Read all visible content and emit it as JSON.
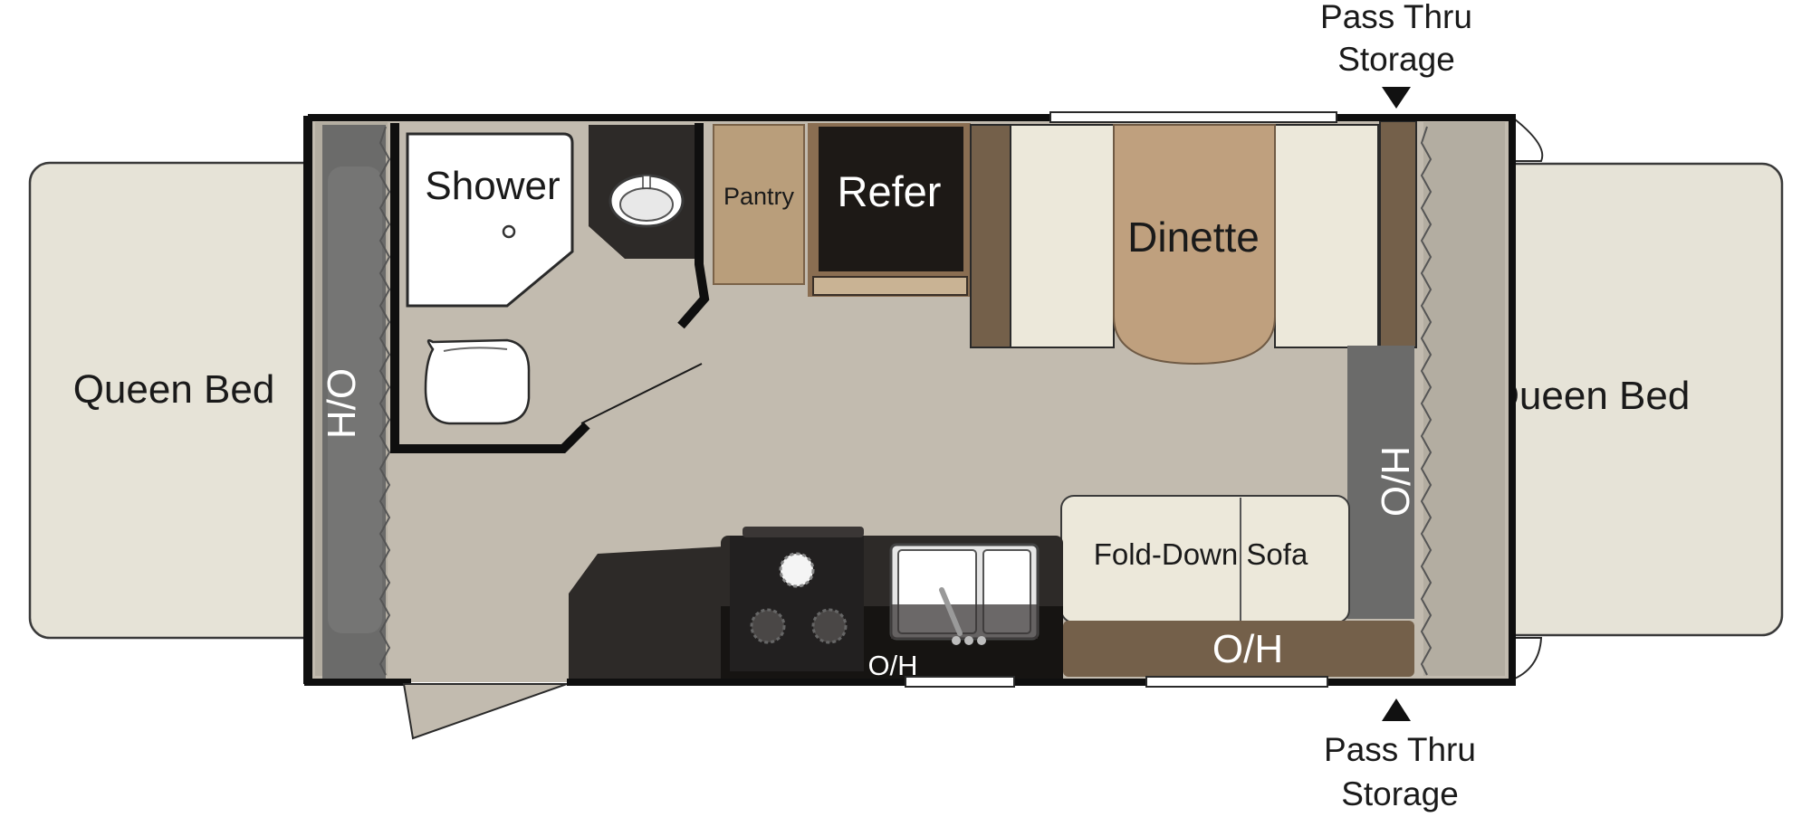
{
  "labels": {
    "left_bed": "Queen Bed",
    "right_bed": "Queen Bed",
    "left_ho": "H/O",
    "right_ho": "H/O",
    "shower": "Shower",
    "pantry": "Pantry",
    "refer": "Refer",
    "dinette": "Dinette",
    "sofa": "Fold-Down Sofa",
    "oh_kitchen": "O/H",
    "oh_right": "O/H",
    "storage_top_1": "Pass Thru",
    "storage_top_2": "Storage",
    "storage_bottom_1": "Pass Thru",
    "storage_bottom_2": "Storage"
  },
  "colors": {
    "bed": "#e6e3d7",
    "floor": "#c2bbaf",
    "wall": "#0f0f0f",
    "ho_cabinet": "#6b6b6a",
    "brown_cabinet": "#74604a",
    "pantry_wood": "#b99e7b",
    "refer": "#1d1916",
    "counter": "#2d2a28",
    "cushion": "#ece8da",
    "dinette_table": "#bfa07e"
  }
}
